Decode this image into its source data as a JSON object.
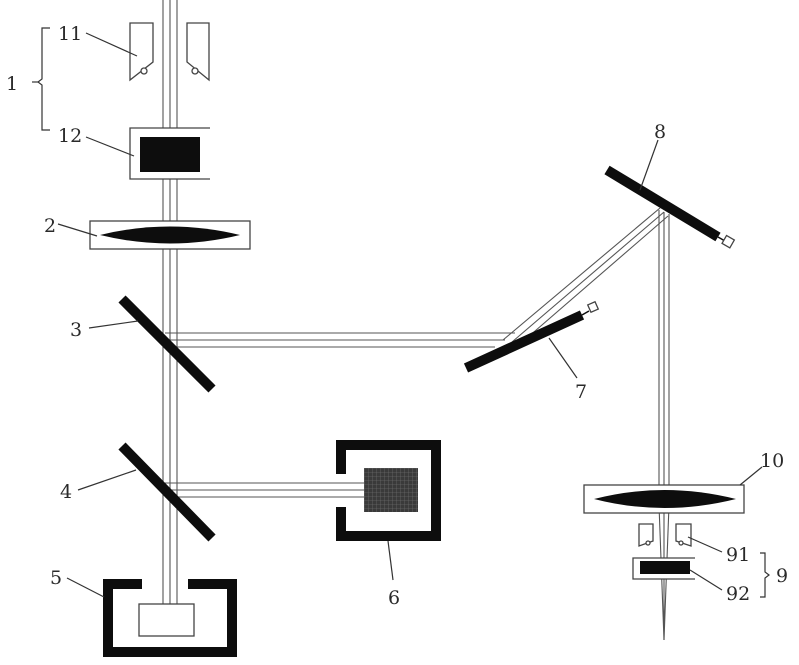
{
  "figure": {
    "type": "optical-path schematic",
    "colors": {
      "ink": "#0d0d0d",
      "beam": "#555555",
      "background": "#ffffff",
      "detector_fill": "#3a3a3a"
    }
  },
  "labels": {
    "group_1": "1",
    "item_11": "11",
    "item_12": "12",
    "item_2": "2",
    "item_3": "3",
    "item_4": "4",
    "item_5": "5",
    "item_6": "6",
    "item_7": "7",
    "item_8": "8",
    "group_9": "9",
    "item_91": "91",
    "item_92": "92",
    "item_10": "10"
  },
  "components": [
    {
      "id": "1",
      "kind": "source-group",
      "children": [
        "11",
        "12"
      ]
    },
    {
      "id": "11",
      "kind": "aperture-pair"
    },
    {
      "id": "12",
      "kind": "filter-block"
    },
    {
      "id": "2",
      "kind": "lens"
    },
    {
      "id": "3",
      "kind": "beam-splitter"
    },
    {
      "id": "4",
      "kind": "beam-splitter"
    },
    {
      "id": "5",
      "kind": "housing-with-target"
    },
    {
      "id": "6",
      "kind": "detector-housing"
    },
    {
      "id": "7",
      "kind": "adjustable-mirror"
    },
    {
      "id": "8",
      "kind": "adjustable-mirror"
    },
    {
      "id": "9",
      "kind": "output-group",
      "children": [
        "91",
        "92"
      ]
    },
    {
      "id": "91",
      "kind": "aperture-pair"
    },
    {
      "id": "92",
      "kind": "filter-block"
    },
    {
      "id": "10",
      "kind": "focusing-lens"
    }
  ]
}
